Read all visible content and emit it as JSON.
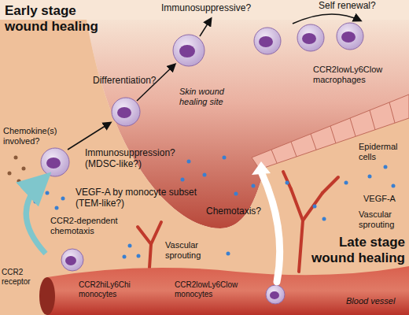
{
  "diagram": {
    "labels": [
      "Early stage wound healing",
      "Immunosuppressive?",
      "Self renewal?",
      "Differentiation?",
      "CCR2lowLy6Clow macrophages",
      "Skin wound healing site",
      "Epidermal cells",
      "Chemokine(s) involved?",
      "Immunosuppression? (MDSC-like?)",
      "VEGF-A",
      "Vascular sprouting",
      "VEGF-A by monocyte subset (TEM-like?)",
      "Chemotaxis?",
      "Late stage wound healing",
      "CCR2-dependent chemotaxis",
      "Vascular sprouting",
      "CCR2 receptor",
      "CCR2hiLy6Chi monocytes",
      "CCR2lowLy6Clow monocytes",
      "Blood vessel"
    ]
  }
}
